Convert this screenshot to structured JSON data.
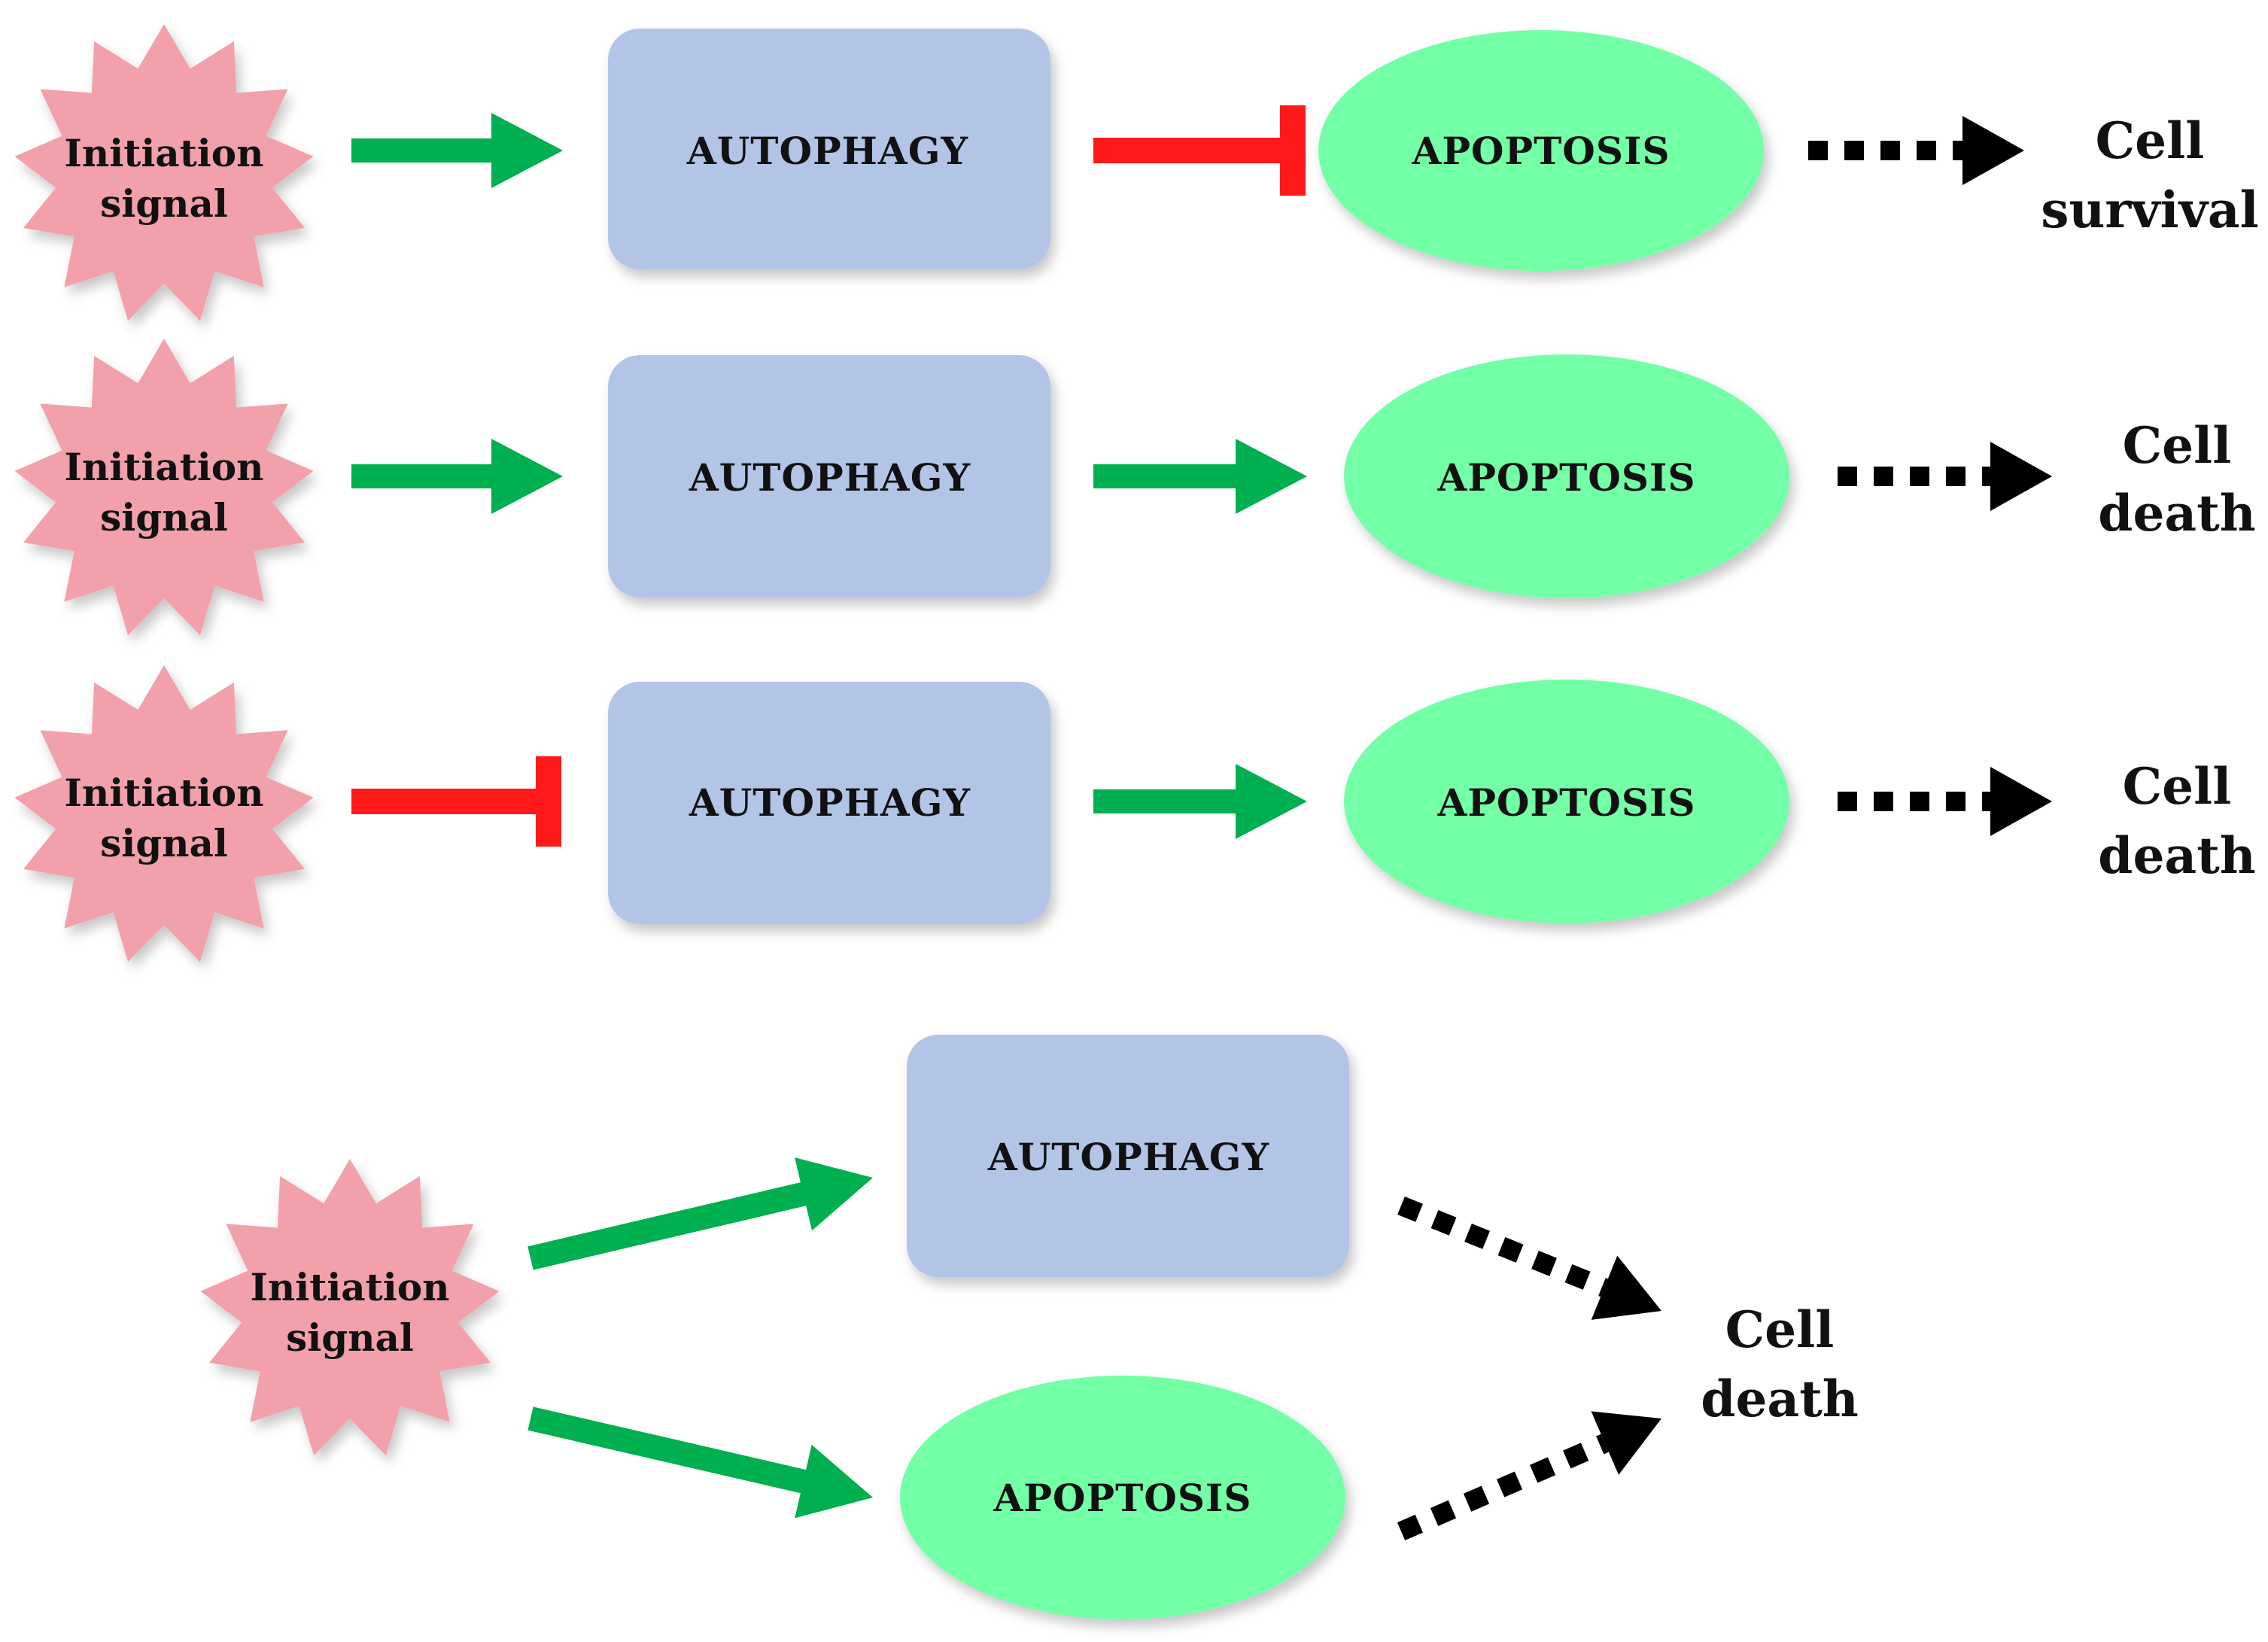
{
  "colors": {
    "star_fill": "#f2a0aa",
    "box_fill": "#b2c5e6",
    "ellipse_fill": "#73ffa6",
    "activate": "#00b050",
    "inhibit": "#ff1a1a",
    "outcome_arrow": "#000000"
  },
  "rows": [
    {
      "signal": [
        "Initiation",
        "signal"
      ],
      "autophagy": "AUTOPHAGY",
      "apoptosis": "APOPTOSIS",
      "signal_to_autophagy": "activate",
      "autophagy_to_apoptosis": "inhibit",
      "outcome": [
        "Cell",
        "survival"
      ]
    },
    {
      "signal": [
        "Initiation",
        "signal"
      ],
      "autophagy": "AUTOPHAGY",
      "apoptosis": "APOPTOSIS",
      "signal_to_autophagy": "activate",
      "autophagy_to_apoptosis": "activate",
      "outcome": [
        "Cell",
        "death"
      ]
    },
    {
      "signal": [
        "Initiation",
        "signal"
      ],
      "autophagy": "AUTOPHAGY",
      "apoptosis": "APOPTOSIS",
      "signal_to_autophagy": "inhibit",
      "autophagy_to_apoptosis": "activate",
      "outcome": [
        "Cell",
        "death"
      ]
    }
  ],
  "parallel": {
    "signal": [
      "Initiation",
      "signal"
    ],
    "autophagy": "AUTOPHAGY",
    "apoptosis": "APOPTOSIS",
    "outcome": [
      "Cell",
      "death"
    ]
  }
}
